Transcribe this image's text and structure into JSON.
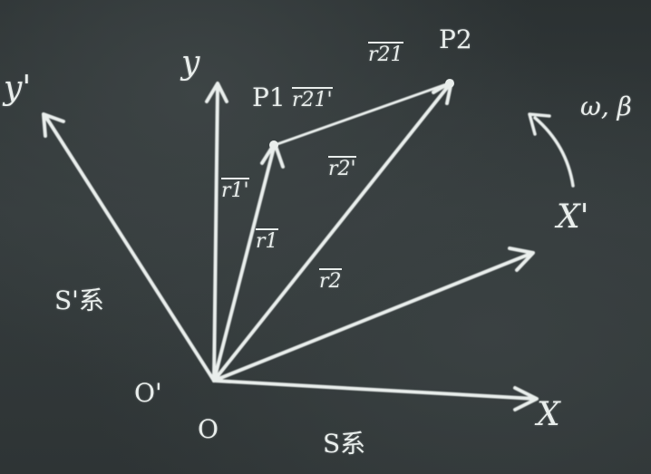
{
  "labels": {
    "y_axis": "y",
    "y_prime_axis": "y'",
    "x_axis": "X",
    "x_prime_axis": "X'",
    "origin": "O",
    "origin_prime": "O'",
    "frame_s": "S系",
    "frame_s_prime": "S'系",
    "point_p1": "P1",
    "point_p2": "P2",
    "r1": "r1",
    "r2": "r2",
    "r1_prime": "r1'",
    "r2_prime": "r2'",
    "r21_prime": "r21'",
    "r21": "r21",
    "rotation": "ω, β"
  },
  "colors": {
    "board": "#2f3536",
    "chalk": "#e9eeec",
    "chalk_faint": "#c9d2d0"
  },
  "icons": {
    "arrowhead": "chalk-arrowhead"
  }
}
